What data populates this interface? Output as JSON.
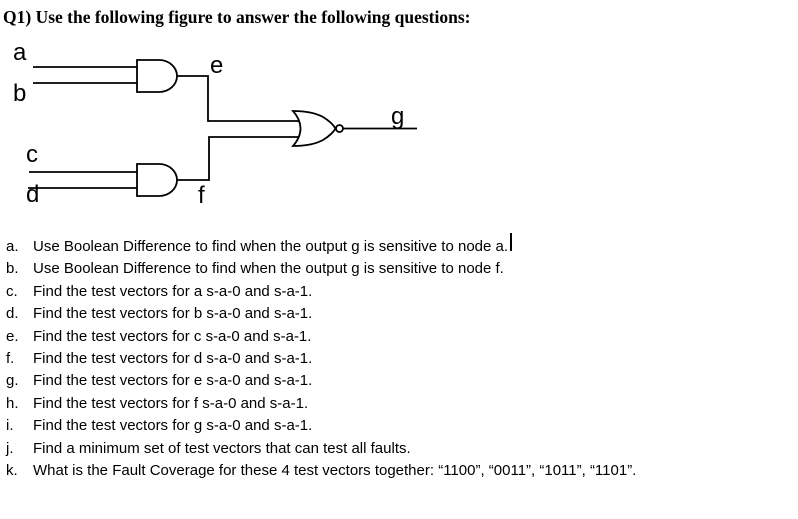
{
  "title": "Q1) Use the following figure to answer the following questions:",
  "figure": {
    "labels": {
      "a": "a",
      "b": "b",
      "c": "c",
      "d": "d",
      "e": "e",
      "f": "f",
      "g": "g"
    },
    "gates": [
      {
        "type": "AND",
        "inputs": [
          "a",
          "b"
        ],
        "output": "e"
      },
      {
        "type": "AND",
        "inputs": [
          "c",
          "d"
        ],
        "output": "f"
      },
      {
        "type": "NOR",
        "inputs": [
          "e",
          "f"
        ],
        "output": "g"
      }
    ]
  },
  "questions": [
    {
      "letter": "a.",
      "text": "Use Boolean Difference to find when the output g is sensitive to node a."
    },
    {
      "letter": "b.",
      "text": "Use Boolean Difference to find when the output g is sensitive to node f."
    },
    {
      "letter": "c.",
      "text": "Find the test vectors for a s-a-0 and s-a-1."
    },
    {
      "letter": "d.",
      "text": "Find the test vectors for b s-a-0 and s-a-1."
    },
    {
      "letter": "e.",
      "text": "Find the test vectors for c s-a-0 and s-a-1."
    },
    {
      "letter": "f.",
      "text": "Find the test vectors for d s-a-0 and s-a-1."
    },
    {
      "letter": "g.",
      "text": "Find the test vectors for e s-a-0 and s-a-1."
    },
    {
      "letter": "h.",
      "text": "Find the test vectors for f s-a-0 and s-a-1."
    },
    {
      "letter": "i.",
      "text": "Find the test vectors for g s-a-0 and s-a-1."
    },
    {
      "letter": "j.",
      "text": "Find a minimum set of test vectors that can test all faults."
    },
    {
      "letter": "k.",
      "text": "What is the Fault Coverage for these 4 test vectors together: “1100”, “0011”, “1011”, “1101”."
    }
  ],
  "colors": {
    "ink": "#000000",
    "background": "#ffffff"
  }
}
